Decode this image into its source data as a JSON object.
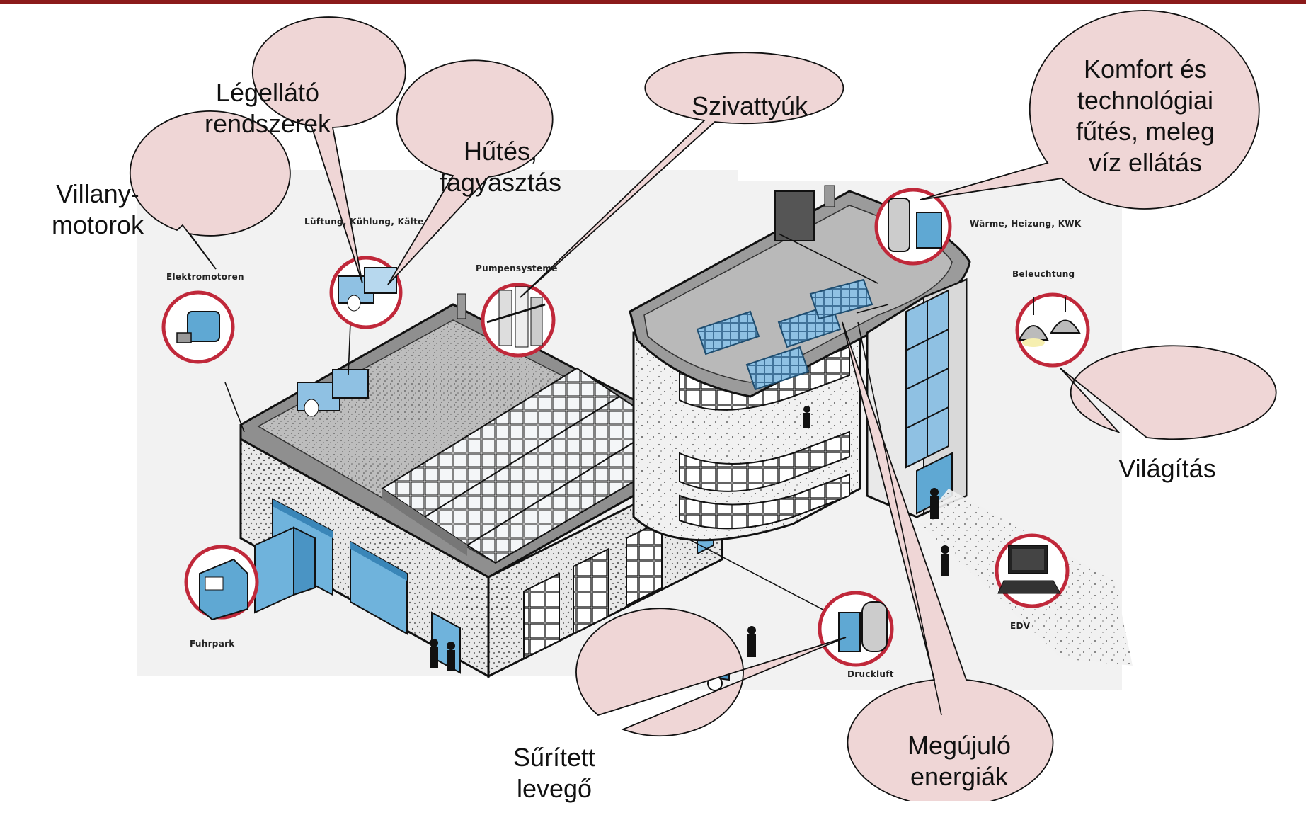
{
  "callouts": {
    "villany": "Villany-\nmotorok",
    "legellato": "Légellátó\nrendszerek",
    "hutes": "Hűtés,\nfagyasztás",
    "szivattyuk": "Szivattyúk",
    "komfort": "Komfort és\ntechnológiai\nfűtés, meleg\nvíz ellátás",
    "vilagitas": "Világítás",
    "suritett": "Sűrített\nlevegő",
    "megujulo": "Megújuló\nenergiák"
  },
  "figure_labels": {
    "elektromotoren": "Elektromotoren",
    "lueftung": "Lüftung, Kühlung, Kälte",
    "pumpen": "Pumpensysteme",
    "waerme": "Wärme, Heizung, KWK",
    "beleuchtung": "Beleuchtung",
    "fuhrpark": "Fuhrpark",
    "edv": "EDV",
    "druckluft": "Druckluft"
  },
  "colors": {
    "bubble_fill": "#efd6d6",
    "ring": "#c0283a",
    "accent_blue": "#5fa8d3",
    "top_bar": "#8b1a1a"
  }
}
